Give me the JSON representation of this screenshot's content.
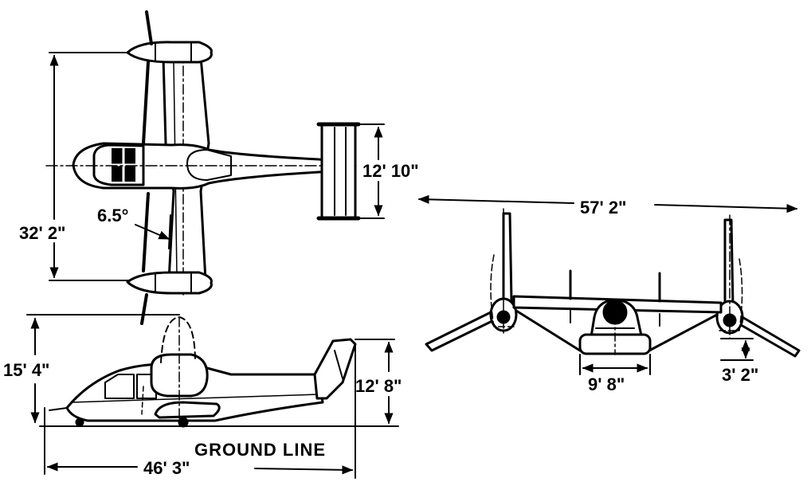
{
  "colors": {
    "ink": "#000000",
    "paper": "#ffffff"
  },
  "labels": {
    "top_span": "32' 2\"",
    "tail_span": "12' 10\"",
    "incidence": "6.5°",
    "height": "15' 4\"",
    "tail_height": "12' 8\"",
    "ground": "GROUND LINE",
    "length": "46' 3\"",
    "width": "57' 2\"",
    "track": "9' 8\"",
    "clearance": "3' 2\""
  }
}
